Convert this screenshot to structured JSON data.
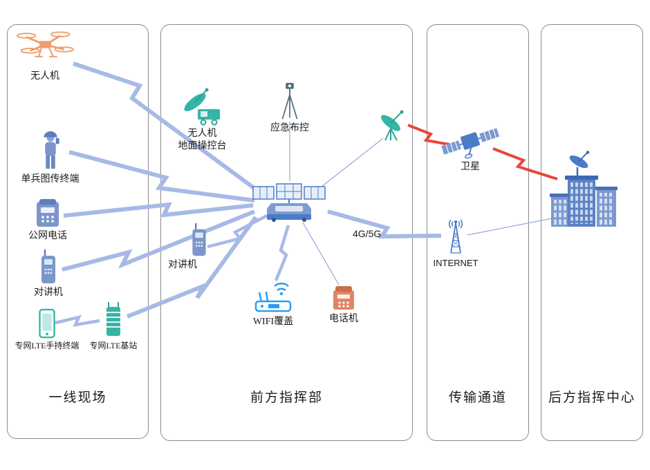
{
  "diagram": {
    "panels": [
      {
        "title": "一线现场"
      },
      {
        "title": "前方指挥部"
      },
      {
        "title": "传输通道"
      },
      {
        "title": "后方指挥中心"
      }
    ],
    "nodes": {
      "drone": {
        "label": "无人机"
      },
      "gcs": {
        "label_line1": "无人机",
        "label_line2": "地面操控台"
      },
      "emergency_control": {
        "label": "应急布控"
      },
      "soldier_terminal": {
        "label": "单兵图传终端"
      },
      "public_phone": {
        "label": "公网电话"
      },
      "walkie_front": {
        "label": "对讲机"
      },
      "lte_handheld": {
        "label": "专网LTE手持终端"
      },
      "lte_base": {
        "label": "专网LTE基站"
      },
      "walkie_cmd": {
        "label": "对讲机"
      },
      "wifi": {
        "label": "WIFI覆盖"
      },
      "telephone": {
        "label": "电话机"
      },
      "satellite": {
        "label": "卫星"
      },
      "internet": {
        "label": "INTERNET"
      }
    },
    "links": {
      "cellular": {
        "label": "4G/5G"
      }
    },
    "colors": {
      "bolt_blue": "#a7b9e6",
      "bolt_red": "#e8453c",
      "teal": "#35b5a5",
      "blue": "#4a7cc7",
      "orange": "#ee9e6e"
    }
  }
}
